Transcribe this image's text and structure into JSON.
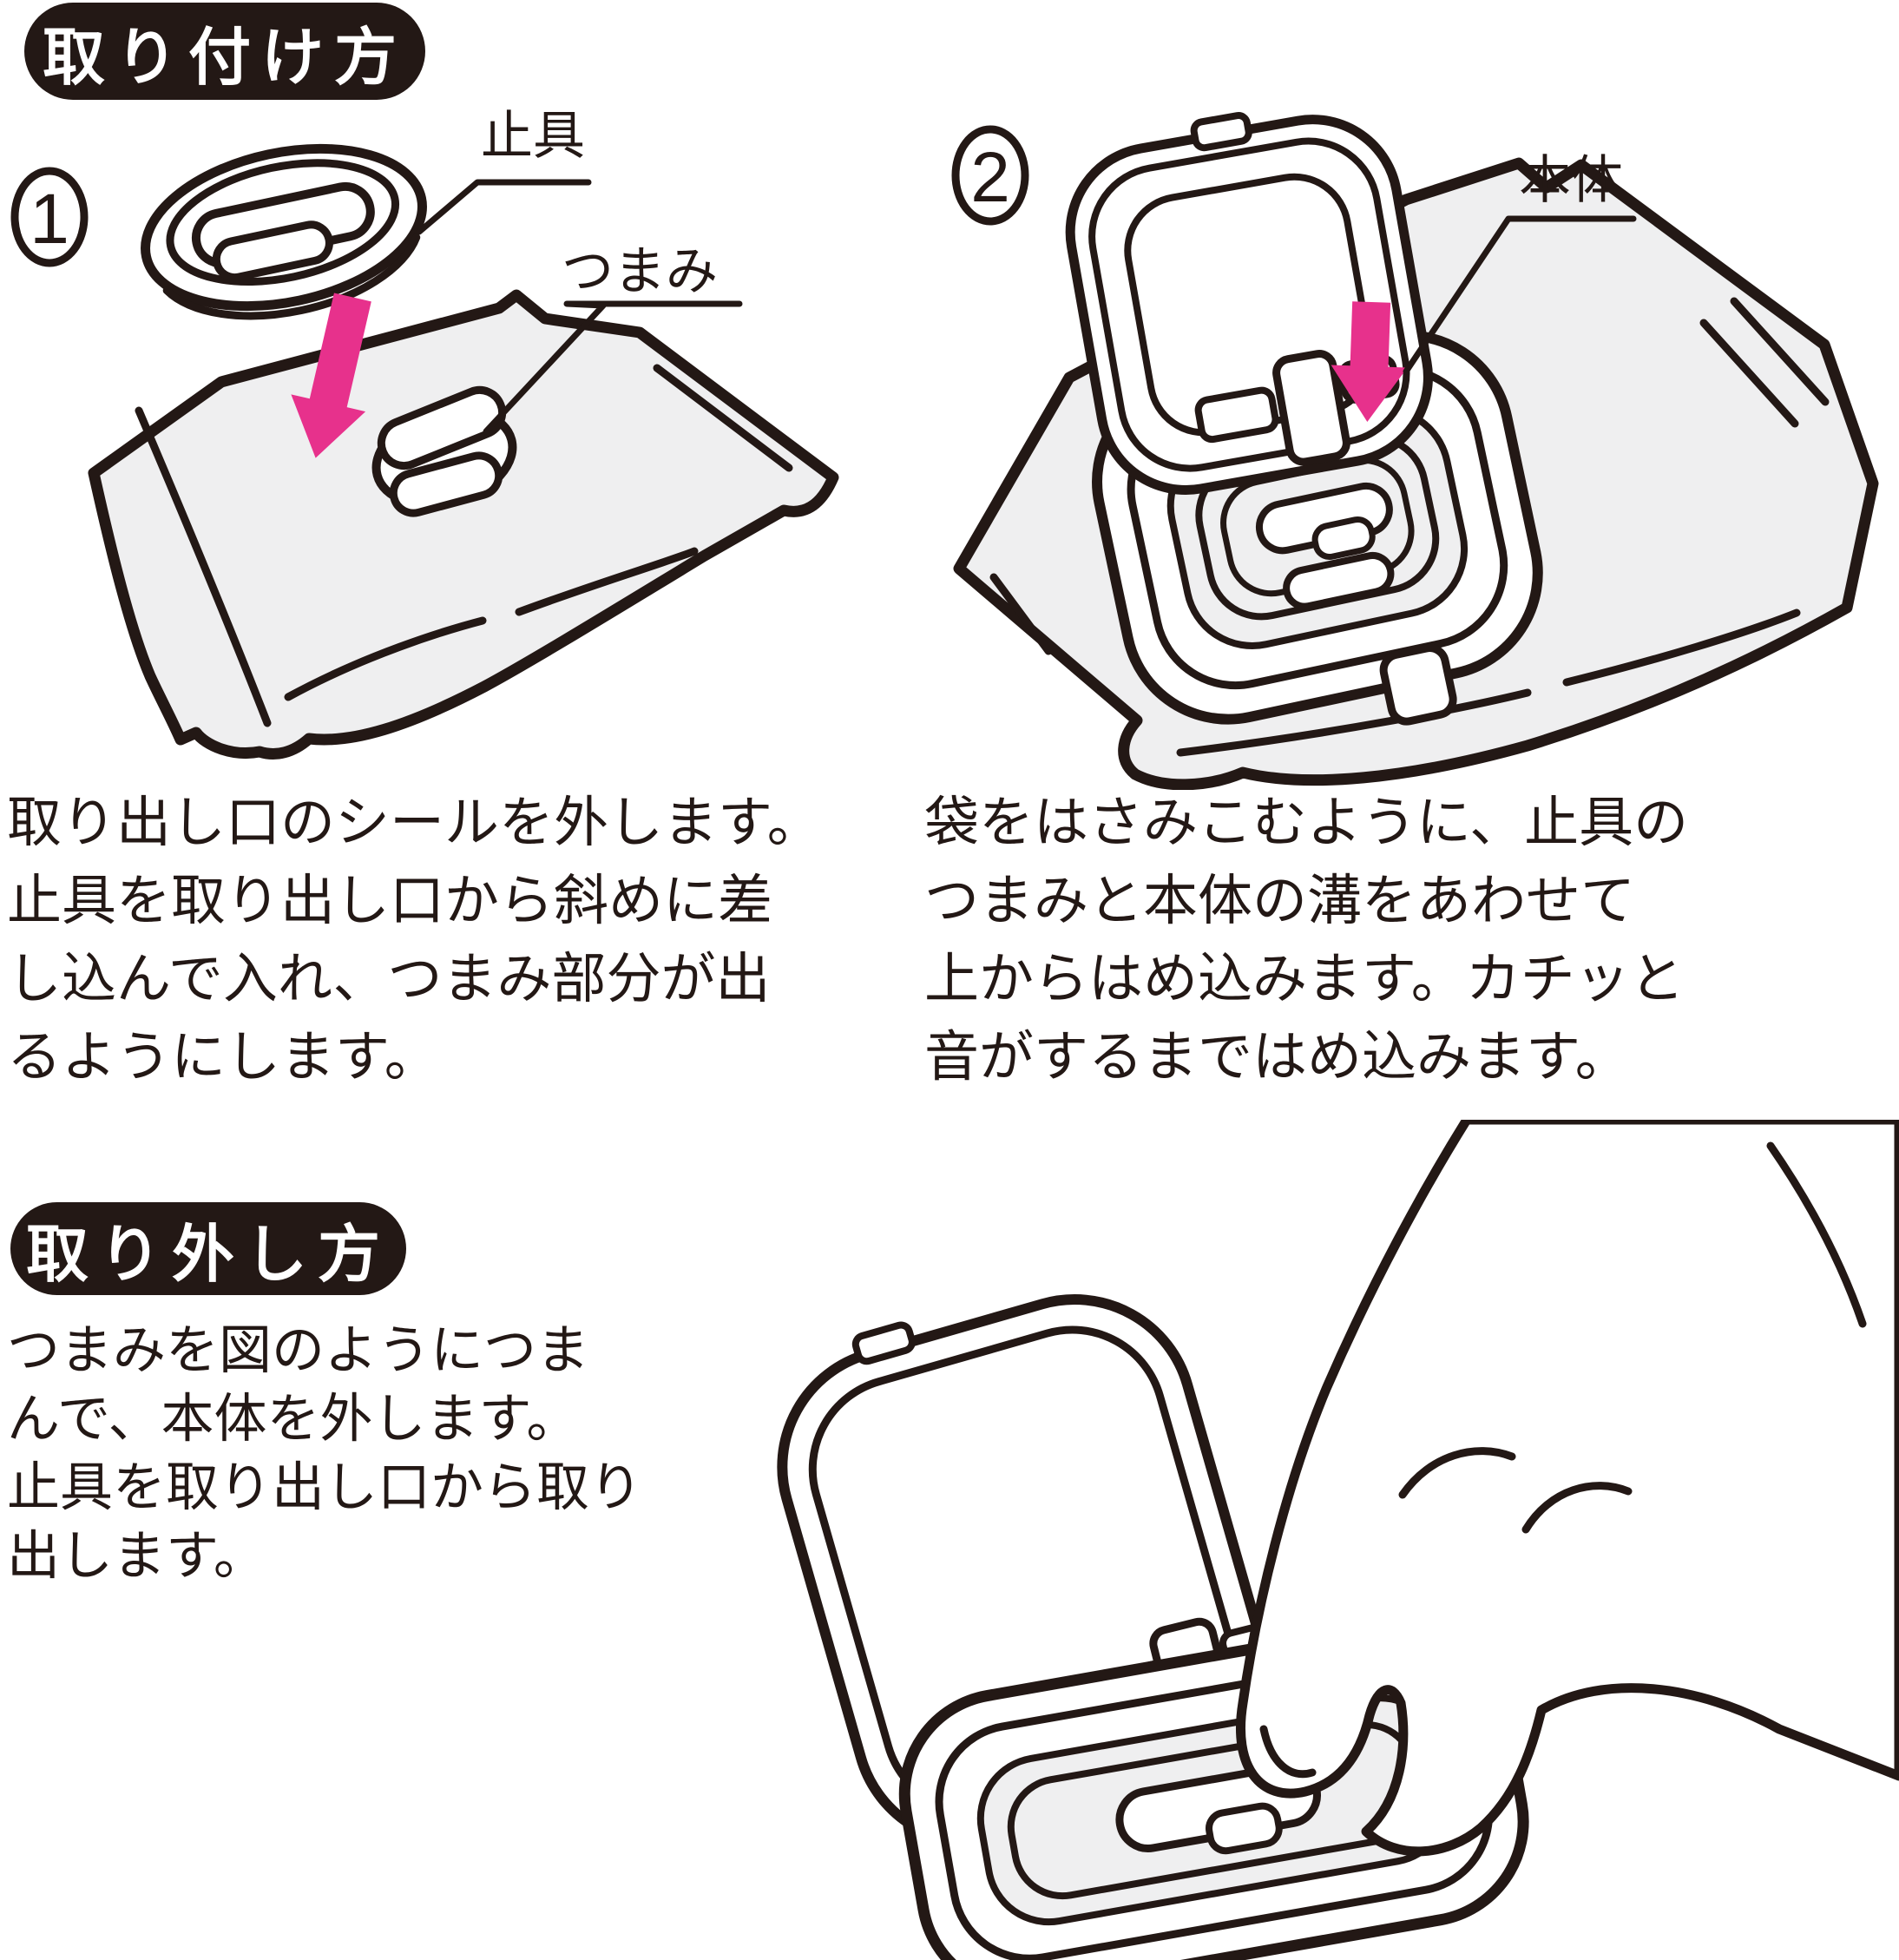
{
  "palette": {
    "ink": "#231815",
    "pink": "#e7318c",
    "gray": "#efeff0",
    "white": "#ffffff"
  },
  "attach_section": {
    "badge_label": "取り付け方",
    "step1": {
      "number": "1",
      "stopper_label": "止具",
      "tab_label": "つまみ",
      "lines": [
        "取り出し口のシールを外します。",
        "止具を取り出し口から斜めに差",
        "し込んで入れ、つまみ部分が出",
        "るようにします。"
      ]
    },
    "step2": {
      "number": "2",
      "body_label": "本体",
      "lines": [
        "袋をはさみこむように、止具の",
        "つまみと本体の溝をあわせて",
        "上からはめ込みます。カチッと",
        "音がするまではめ込みます。"
      ]
    }
  },
  "detach_section": {
    "badge_label": "取り外し方",
    "lines": [
      "つまみを図のようにつま",
      "んで、本体を外します。",
      "止具を取り出し口から取り",
      "出します。"
    ]
  }
}
